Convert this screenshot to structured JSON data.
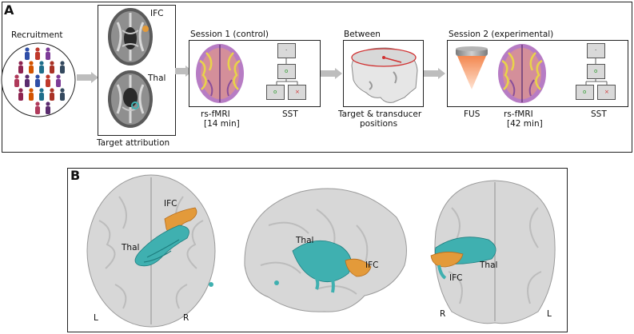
{
  "panel_a": {
    "letter": "A",
    "recruitment": "Recruitment",
    "target_attribution": "Target attribution",
    "ifc": "IFC",
    "thal": "Thal",
    "session1_title": "Session 1 (control)",
    "rsfmri": "rs-fMRI",
    "dur1": "[14 min]",
    "sst": "SST",
    "between_title": "Between",
    "target_transducer_1": "Target & transducer",
    "target_transducer_2": "positions",
    "session2_title": "Session 2 (experimental)",
    "fus": "FUS",
    "dur2": "[42 min]",
    "sst_fix": "·",
    "sst_go": "o",
    "sst_stop": "×"
  },
  "panel_b": {
    "letter": "B",
    "ifc": "IFC",
    "thal": "Thal",
    "L": "L",
    "R": "R"
  },
  "colors": {
    "ifc": "#e39a3a",
    "thal": "#3fb0b0",
    "arrow": "#bdbdbd",
    "fus_cone": "#f3874f",
    "brain_gray": "#9a9a9a"
  }
}
